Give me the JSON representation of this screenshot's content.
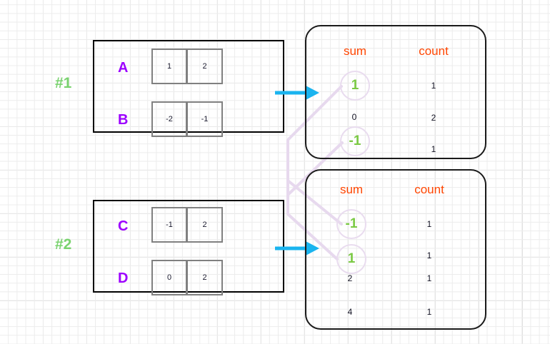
{
  "diagram": {
    "title": "Partition aggregation (sum / count) shuffle diagram",
    "colors": {
      "block_border": "#000000",
      "cell_border": "#808080",
      "tag_green": "#79d26e",
      "label_purple": "#9d00ff",
      "header_orange": "#ff4500",
      "highlight_green": "#7ac943",
      "link_thistle": "#e9dcef",
      "arrow_cyan": "#1ab4ef",
      "grid_line": "#e0e0e0"
    }
  },
  "blocks": [
    {
      "tag": "#1",
      "rows": [
        {
          "label": "A",
          "values": [
            "1",
            "2"
          ]
        },
        {
          "label": "B",
          "values": [
            "-2",
            "-1"
          ]
        }
      ]
    },
    {
      "tag": "#2",
      "rows": [
        {
          "label": "C",
          "values": [
            "-1",
            "2"
          ]
        },
        {
          "label": "D",
          "values": [
            "0",
            "2"
          ]
        }
      ]
    }
  ],
  "tables": [
    {
      "name": "aggregate-table-1",
      "headers": {
        "sum": "sum",
        "count": "count"
      },
      "rows": [
        {
          "sum": "1",
          "count": "1",
          "highlight": true
        },
        {
          "sum": "0",
          "count": "2",
          "highlight": false
        },
        {
          "sum": "-1",
          "count": "1",
          "highlight": true
        }
      ]
    },
    {
      "name": "aggregate-table-2",
      "headers": {
        "sum": "sum",
        "count": "count"
      },
      "rows": [
        {
          "sum": "-1",
          "count": "1",
          "highlight": true
        },
        {
          "sum": "1",
          "count": "1",
          "highlight": true
        },
        {
          "sum": "2",
          "count": "1",
          "highlight": false
        },
        {
          "sum": "4",
          "count": "1",
          "highlight": false
        }
      ]
    }
  ],
  "arrows": [
    {
      "name": "arrow-block1-to-table1",
      "label": ""
    },
    {
      "name": "arrow-block2-to-table2",
      "label": ""
    }
  ],
  "links": [
    {
      "name": "link-sum-1-to-sum-1",
      "from": "table1.sum=1",
      "to": "table2.sum=1"
    },
    {
      "name": "link-sum-neg1-to-sum-neg1",
      "from": "table1.sum=-1",
      "to": "table2.sum=-1"
    }
  ]
}
